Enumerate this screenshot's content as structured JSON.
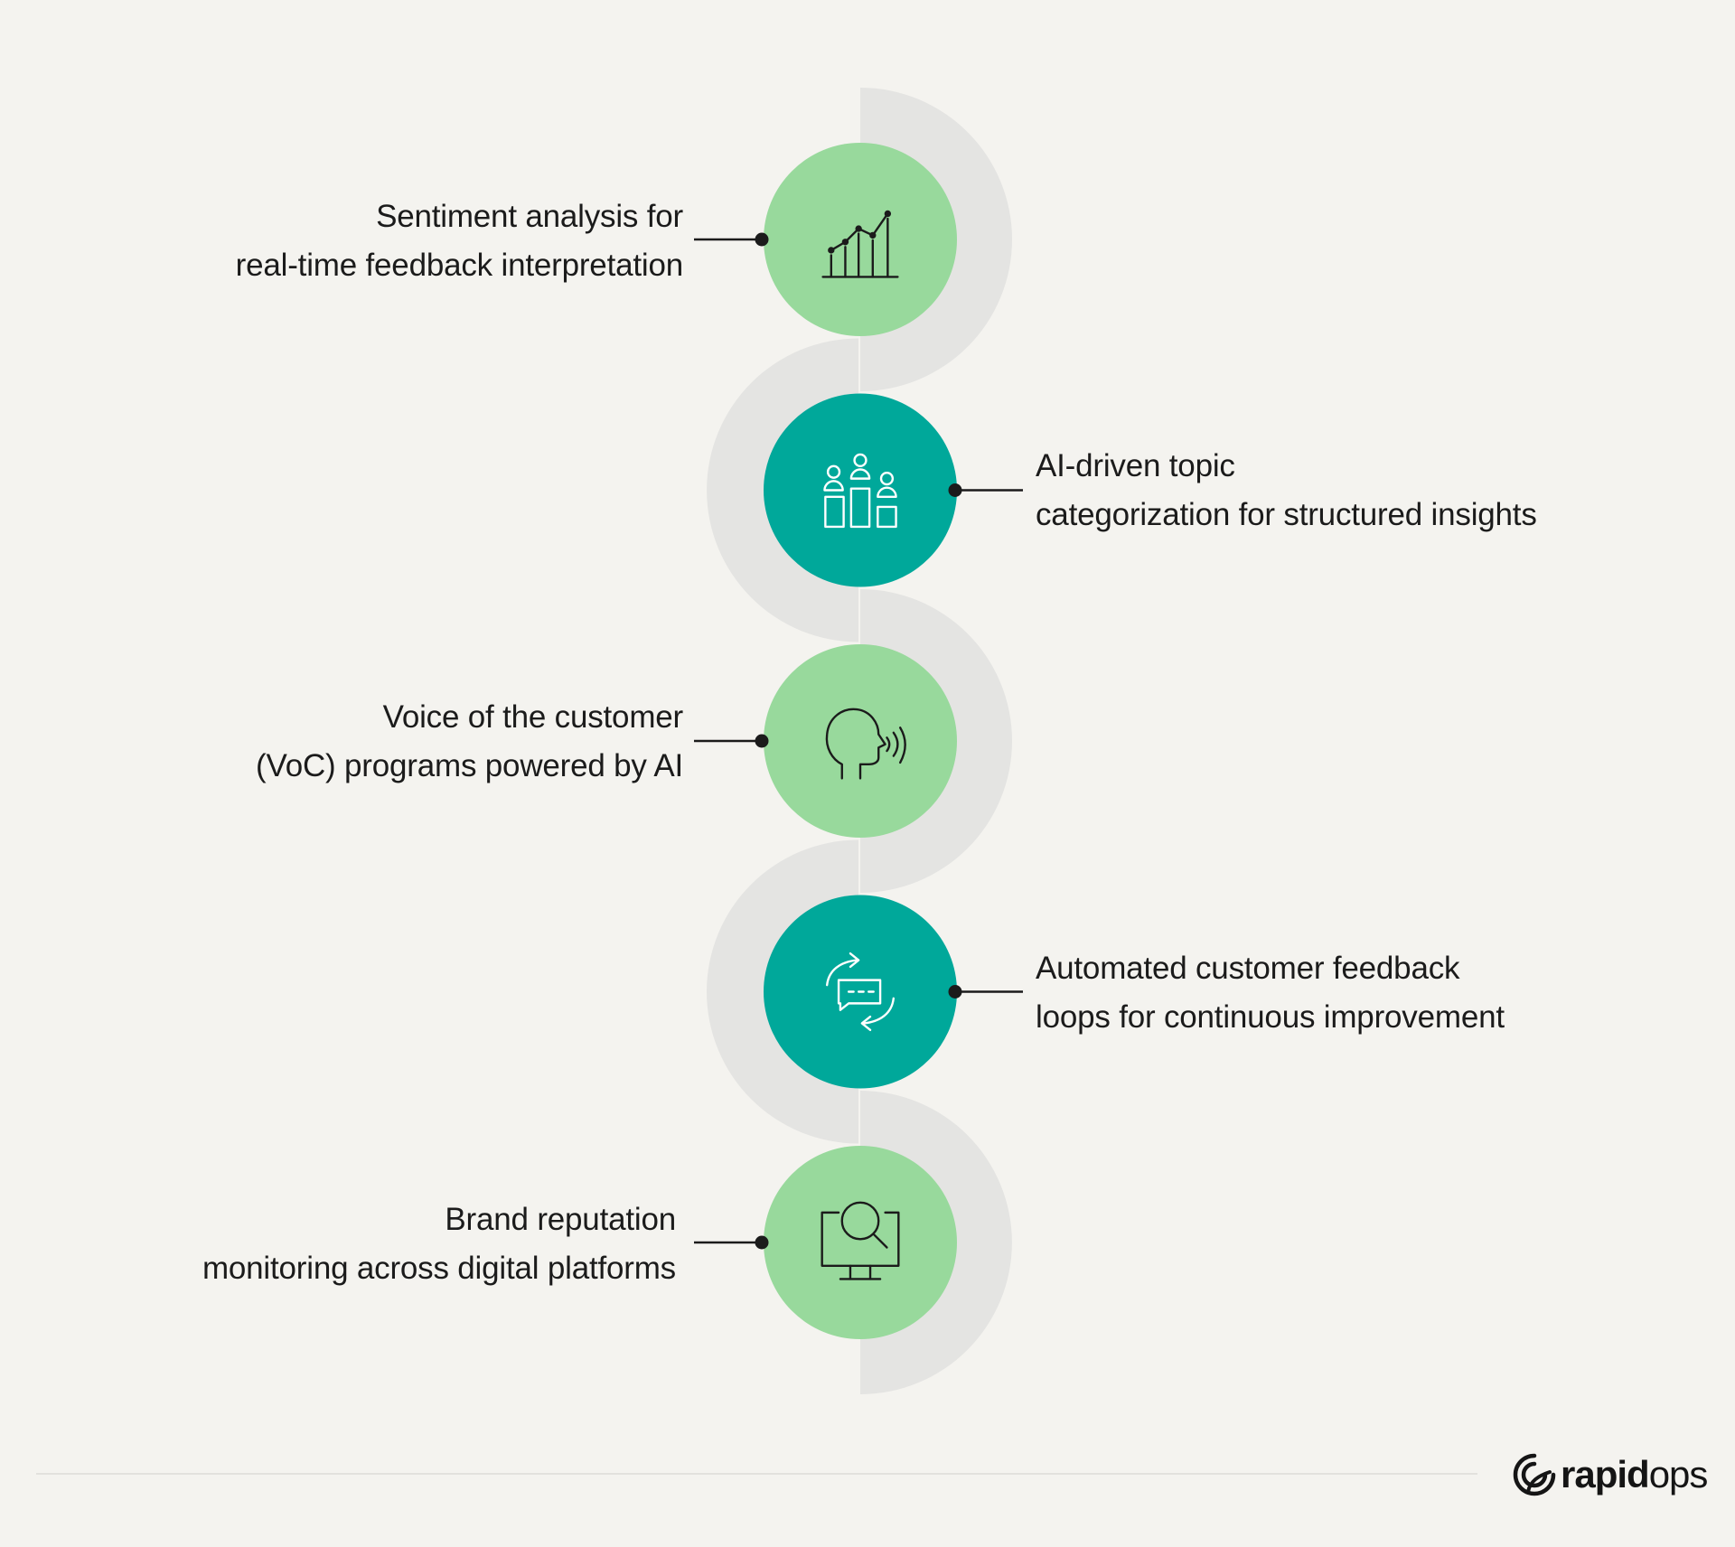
{
  "colors": {
    "background": "#f4f3ef",
    "arc": "#e4e4e2",
    "light_green": "#98d99c",
    "teal": "#00a89a",
    "connector": "#1b1b1b"
  },
  "steps": [
    {
      "lines": [
        "Sentiment analysis for",
        "real-time feedback interpretation"
      ],
      "icon": "line-chart-icon",
      "fill": "light_green",
      "side": "left"
    },
    {
      "lines": [
        "AI-driven topic",
        "categorization for structured insights"
      ],
      "icon": "people-podium-icon",
      "fill": "teal",
      "side": "right"
    },
    {
      "lines": [
        "Voice of the customer",
        "(VoC) programs powered by AI"
      ],
      "icon": "speaking-head-icon",
      "fill": "light_green",
      "side": "left"
    },
    {
      "lines": [
        "Automated customer feedback",
        "loops for continuous improvement"
      ],
      "icon": "feedback-loop-icon",
      "fill": "teal",
      "side": "right"
    },
    {
      "lines": [
        "Brand reputation",
        "monitoring across digital platforms"
      ],
      "icon": "monitor-search-icon",
      "fill": "light_green",
      "side": "left"
    }
  ],
  "brand": {
    "bold": "rapid",
    "light": "ops",
    "icon": "rapidops-logo-icon"
  }
}
